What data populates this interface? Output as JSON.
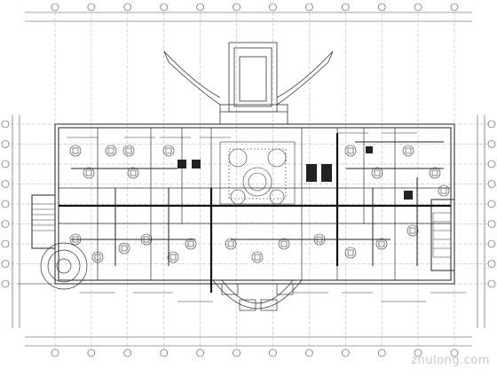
{
  "watermark": "zhulong.com",
  "grid": {
    "top_axis_count": 12,
    "side_axis_count": 9
  }
}
